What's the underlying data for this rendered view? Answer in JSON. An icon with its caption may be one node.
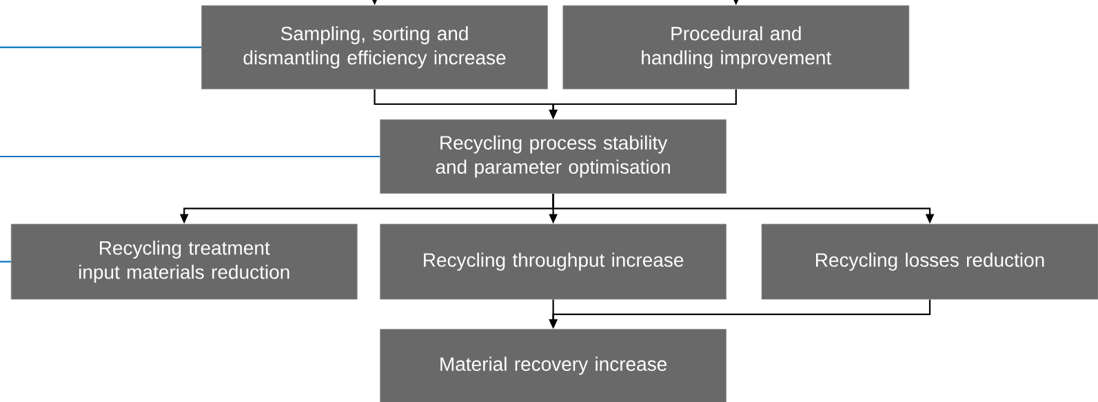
{
  "diagram": {
    "nodes": [
      {
        "text": [
          "Sampling, sorting and dismantling efficiency increase"
        ]
      },
      {
        "text": [
          "Procedural and handling improvement"
        ]
      },
      {
        "text": [
          "Recycling process stability and parameter optimisation"
        ]
      },
      {
        "text": [
          "Recycling treatment input materials reduction"
        ]
      },
      {
        "text": [
          "Recycling throughput increase"
        ]
      },
      {
        "text": [
          "Recycling losses reduction"
        ]
      },
      {
        "text": [
          "Material recovery increase"
        ]
      }
    ],
    "edges": [
      {
        "from": null,
        "to": 0,
        "arrow": "to"
      },
      {
        "from": null,
        "to": 1,
        "arrow": "to"
      },
      {
        "from": null,
        "to": 0,
        "arrow": "none",
        "color": "#0070c0"
      },
      {
        "from": null,
        "to": 2,
        "arrow": "none",
        "color": "#0070c0"
      },
      {
        "from": null,
        "to": 3,
        "arrow": "none",
        "color": "#0070c0"
      },
      {
        "from": 0,
        "to": 2,
        "arrow": "to"
      },
      {
        "from": 1,
        "to": 2,
        "arrow": "to"
      },
      {
        "from": 2,
        "to": 3,
        "arrow": "to"
      },
      {
        "from": 2,
        "to": 4,
        "arrow": "to"
      },
      {
        "from": 2,
        "to": 5,
        "arrow": "to"
      },
      {
        "from": 4,
        "to": 6,
        "arrow": "to"
      },
      {
        "from": 5,
        "to": 6,
        "arrow": "to"
      }
    ]
  }
}
